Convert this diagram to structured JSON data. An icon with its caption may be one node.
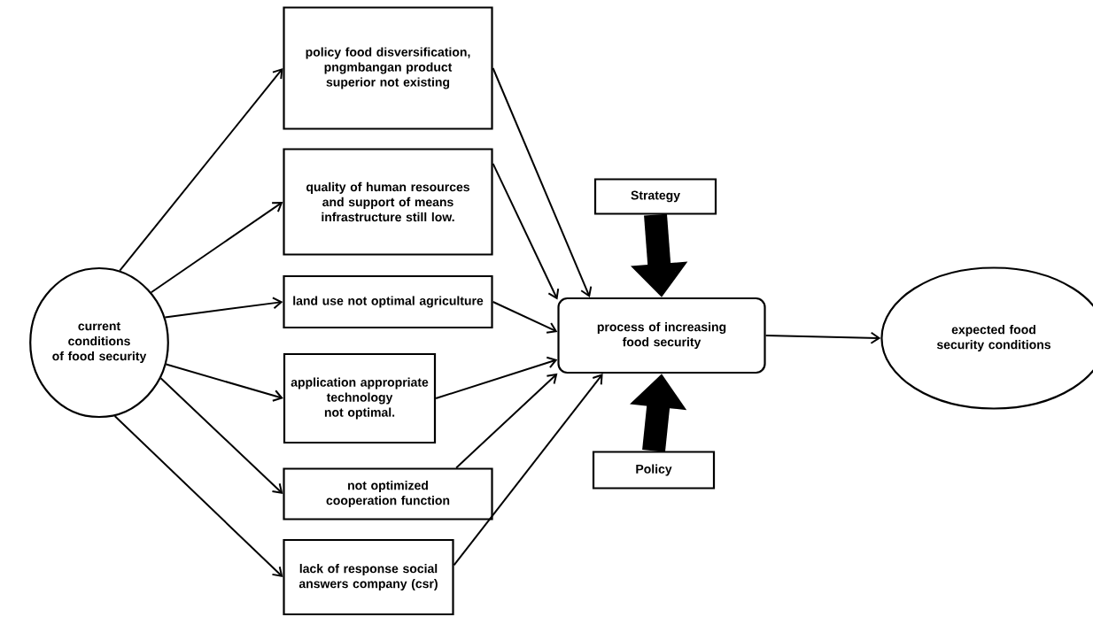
{
  "diagram": {
    "nodes": [
      {
        "text": [
          "current conditions of food security"
        ]
      },
      {
        "text": [
          "policy food disversification, pngmbangan product superior not existing"
        ]
      },
      {
        "text": [
          "quality of human resources and support of means infrastructure still low."
        ]
      },
      {
        "text": [
          "land use not optimal agriculture"
        ]
      },
      {
        "text": [
          "application appropriate technology not optimal."
        ]
      },
      {
        "text": [
          "not optimized cooperation function"
        ]
      },
      {
        "text": [
          "lack of response social answers company (csr)"
        ]
      },
      {
        "text": [
          "Strategy"
        ]
      },
      {
        "text": [
          "process of increasing food security"
        ]
      },
      {
        "text": [
          "Policy"
        ]
      },
      {
        "text": [
          "expected food security conditions"
        ]
      }
    ],
    "edges": [
      {
        "from": 0,
        "to": 1,
        "arrow": "to"
      },
      {
        "from": 0,
        "to": 2,
        "arrow": "to"
      },
      {
        "from": 0,
        "to": 3,
        "arrow": "to"
      },
      {
        "from": 0,
        "to": 4,
        "arrow": "to"
      },
      {
        "from": 0,
        "to": 5,
        "arrow": "to"
      },
      {
        "from": 0,
        "to": 6,
        "arrow": "to"
      },
      {
        "from": 1,
        "to": 8,
        "arrow": "to"
      },
      {
        "from": 2,
        "to": 8,
        "arrow": "to"
      },
      {
        "from": 3,
        "to": 8,
        "arrow": "to"
      },
      {
        "from": 4,
        "to": 8,
        "arrow": "to"
      },
      {
        "from": 5,
        "to": 8,
        "arrow": "to"
      },
      {
        "from": 6,
        "to": 8,
        "arrow": "to"
      },
      {
        "from": 7,
        "to": 8,
        "arrow": "to",
        "style": "thick"
      },
      {
        "from": 9,
        "to": 8,
        "arrow": "to",
        "style": "thick"
      },
      {
        "from": 8,
        "to": 10,
        "arrow": "to"
      }
    ]
  }
}
